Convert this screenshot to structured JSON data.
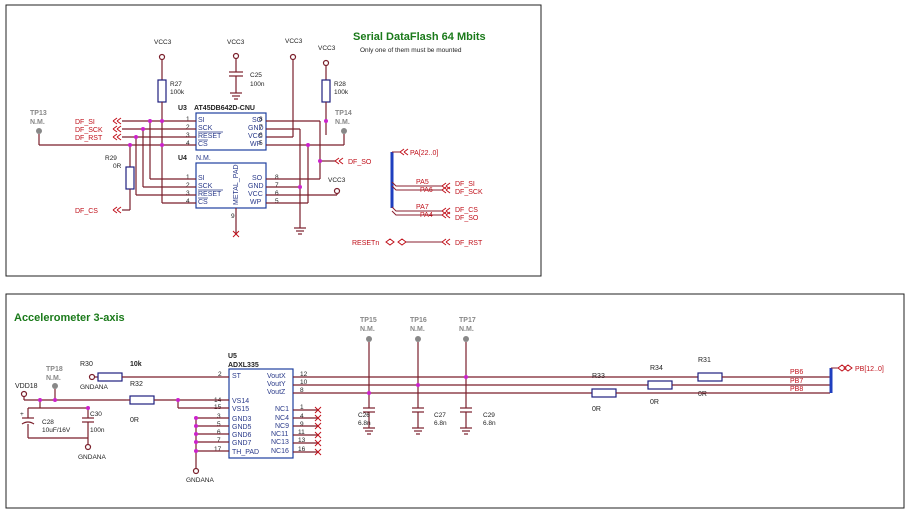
{
  "top_block": {
    "title": "Serial DataFlash 64 Mbits",
    "subtitle": "Only one of them must be mounted",
    "vcc": "VCC3",
    "u3": {
      "ref": "U3",
      "part": "AT45DB642D-CNU",
      "left_pins": [
        "SI",
        "SCK",
        "RESET",
        "CS"
      ],
      "left_nums": [
        "1",
        "2",
        "3",
        "4"
      ],
      "right_pins": [
        "SO",
        "GND",
        "VCC",
        "WP"
      ],
      "right_nums": [
        "8",
        "7",
        "6",
        "5"
      ]
    },
    "u4": {
      "ref": "U4",
      "part": "N.M.",
      "left_pins": [
        "SI",
        "SCK",
        "RESET",
        "CS"
      ],
      "left_nums": [
        "1",
        "2",
        "3",
        "4"
      ],
      "right_pins": [
        "SO",
        "GND",
        "VCC",
        "WP"
      ],
      "right_nums": [
        "8",
        "7",
        "6",
        "5"
      ],
      "pad": "METAL_PAD",
      "pad_num": "9"
    },
    "r27": {
      "ref": "R27",
      "value": "100k"
    },
    "r28": {
      "ref": "R28",
      "value": "100k"
    },
    "r29": {
      "ref": "R29",
      "value": "0R"
    },
    "c25": {
      "ref": "C25",
      "value": "100n"
    },
    "tp13": {
      "ref": "TP13",
      "value": "N.M."
    },
    "tp14": {
      "ref": "TP14",
      "value": "N.M."
    },
    "nets": {
      "df_si": "DF_SI",
      "df_sck": "DF_SCK",
      "df_rst": "DF_RST",
      "df_cs": "DF_CS",
      "df_so": "DF_SO",
      "pa_bus": "PA[22..0]",
      "resetn": "RESETn"
    },
    "bus_entries": [
      {
        "pin": "PA5",
        "net": "DF_SI"
      },
      {
        "pin": "PA6",
        "net": "DF_SCK"
      },
      {
        "pin": "PA7",
        "net": "DF_CS"
      },
      {
        "pin": "PA4",
        "net": "DF_SO"
      }
    ]
  },
  "bottom_block": {
    "title": "Accelerometer 3-axis",
    "u5": {
      "ref": "U5",
      "part": "ADXL335",
      "left_pins": [
        "ST",
        "VS14",
        "VS15",
        "GND3",
        "GND5",
        "GND6",
        "GND7",
        "TH_PAD"
      ],
      "left_nums": [
        "2",
        "14",
        "15",
        "3",
        "5",
        "6",
        "7",
        "17"
      ],
      "right_pins": [
        "VoutX",
        "VoutY",
        "VoutZ",
        "NC1",
        "NC4",
        "NC9",
        "NC11",
        "NC13",
        "NC16"
      ],
      "right_nums": [
        "12",
        "10",
        "8",
        "1",
        "4",
        "9",
        "11",
        "13",
        "16"
      ]
    },
    "r30": {
      "ref": "R30",
      "value": "10k"
    },
    "r31": {
      "ref": "R31",
      "value": "0R"
    },
    "r32": {
      "ref": "R32",
      "value": "0R"
    },
    "r33": {
      "ref": "R33",
      "value": "0R"
    },
    "r34": {
      "ref": "R34",
      "value": "0R"
    },
    "c26": {
      "ref": "C26",
      "value": "6.8n"
    },
    "c27": {
      "ref": "C27",
      "value": "6.8n"
    },
    "c28": {
      "ref": "C28",
      "value": "10uF/16V"
    },
    "c29": {
      "ref": "C29",
      "value": "6.8n"
    },
    "c30": {
      "ref": "C30",
      "value": "100n"
    },
    "tp15": {
      "ref": "TP15",
      "value": "N.M."
    },
    "tp16": {
      "ref": "TP16",
      "value": "N.M."
    },
    "tp17": {
      "ref": "TP17",
      "value": "N.M."
    },
    "tp18": {
      "ref": "TP18",
      "value": "N.M."
    },
    "vdd": "VDD18",
    "gnd": "GNDANA",
    "pb_bus": "PB[12..0]",
    "pb_pins": [
      "PB6",
      "PB7",
      "PB8"
    ]
  }
}
